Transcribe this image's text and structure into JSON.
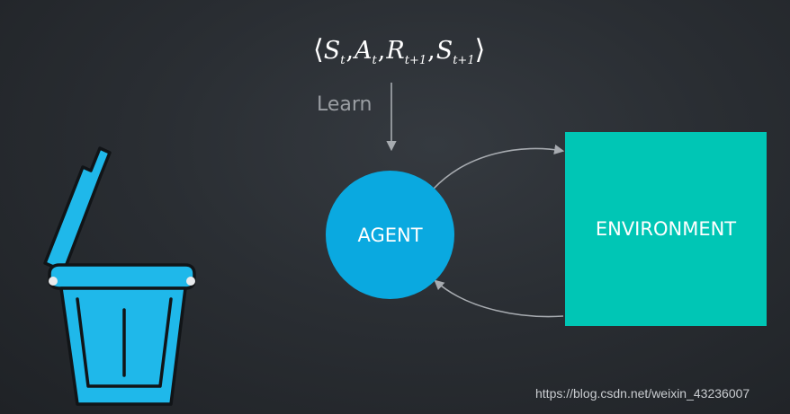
{
  "tuple": {
    "open": "⟨",
    "s": "S",
    "s_sub": "t",
    "a": "A",
    "a_sub": "t",
    "r": "R",
    "r_sub": "t+1",
    "s2": "S",
    "s2_sub": "t+1",
    "close": "⟩",
    "sep": ","
  },
  "learn_label": "Learn",
  "agent_label": "AGENT",
  "environment_label": "ENVIRONMENT",
  "watermark": "https://blog.csdn.net/weixin_43236007",
  "colors": {
    "agent": "#0aa9e0",
    "environment": "#00c6b5",
    "trash": "#1fb8ea",
    "arrow": "#a7abb0"
  },
  "icons": [
    "trash-can-icon"
  ]
}
